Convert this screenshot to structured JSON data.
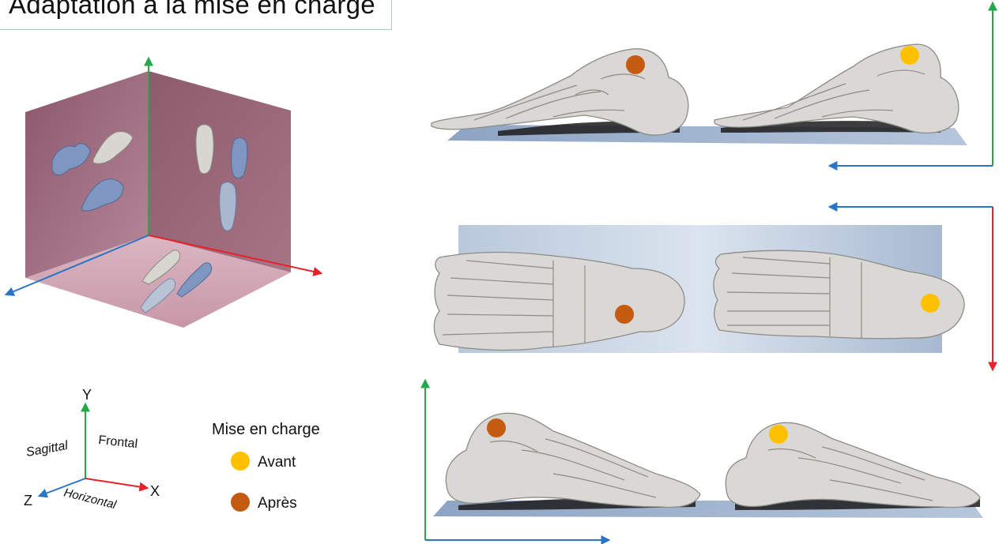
{
  "title": "Adaptation à la mise en charge",
  "axes_legend": {
    "y_label": "Y",
    "x_label": "X",
    "z_label": "Z",
    "sagittal": "Sagittal",
    "frontal": "Frontal",
    "horizontal": "Horizontal"
  },
  "marker_legend": {
    "title": "Mise en charge",
    "items": [
      {
        "label": "Avant",
        "color": "#ffc000"
      },
      {
        "label": "Après",
        "color": "#c55a11"
      }
    ]
  },
  "colors": {
    "axis_x": "#e8202a",
    "axis_y": "#24a84a",
    "axis_z": "#2a74c4",
    "before": "#ffc000",
    "after": "#c55a11",
    "wall": "#8e5a6e",
    "floor_plate": "#a9bcd6"
  }
}
